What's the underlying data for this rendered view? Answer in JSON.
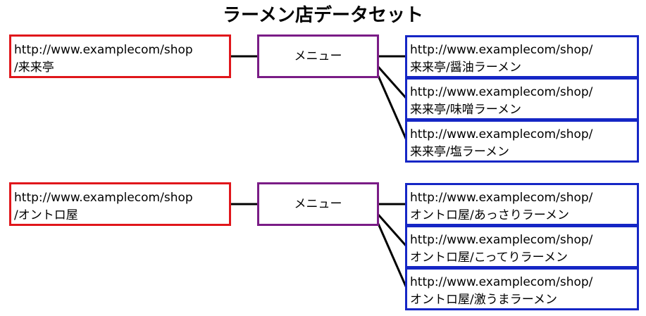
{
  "title": "ラーメン店データセット",
  "colors": {
    "shop_border": "#e0161b",
    "menu_border": "#7a1c86",
    "item_border": "#1526c5",
    "connector": "#000000"
  },
  "groups": [
    {
      "shop": {
        "line1": "http://www.examplecom/shop",
        "line2": "/来来亭"
      },
      "menu": "メニュー",
      "items": [
        {
          "line1": "http://www.examplecom/shop/",
          "line2": "来来亭/醤油ラーメン"
        },
        {
          "line1": "http://www.examplecom/shop/",
          "line2": "来来亭/味噌ラーメン"
        },
        {
          "line1": "http://www.examplecom/shop/",
          "line2": "来来亭/塩ラーメン"
        }
      ]
    },
    {
      "shop": {
        "line1": "http://www.examplecom/shop",
        "line2": "/オントロ屋"
      },
      "menu": "メニュー",
      "items": [
        {
          "line1": "http://www.examplecom/shop/",
          "line2": "オントロ屋/あっさりラーメン"
        },
        {
          "line1": "http://www.examplecom/shop/",
          "line2": "オントロ屋/こってりラーメン"
        },
        {
          "line1": "http://www.examplecom/shop/",
          "line2": "オントロ屋/激うまラーメン"
        }
      ]
    }
  ]
}
